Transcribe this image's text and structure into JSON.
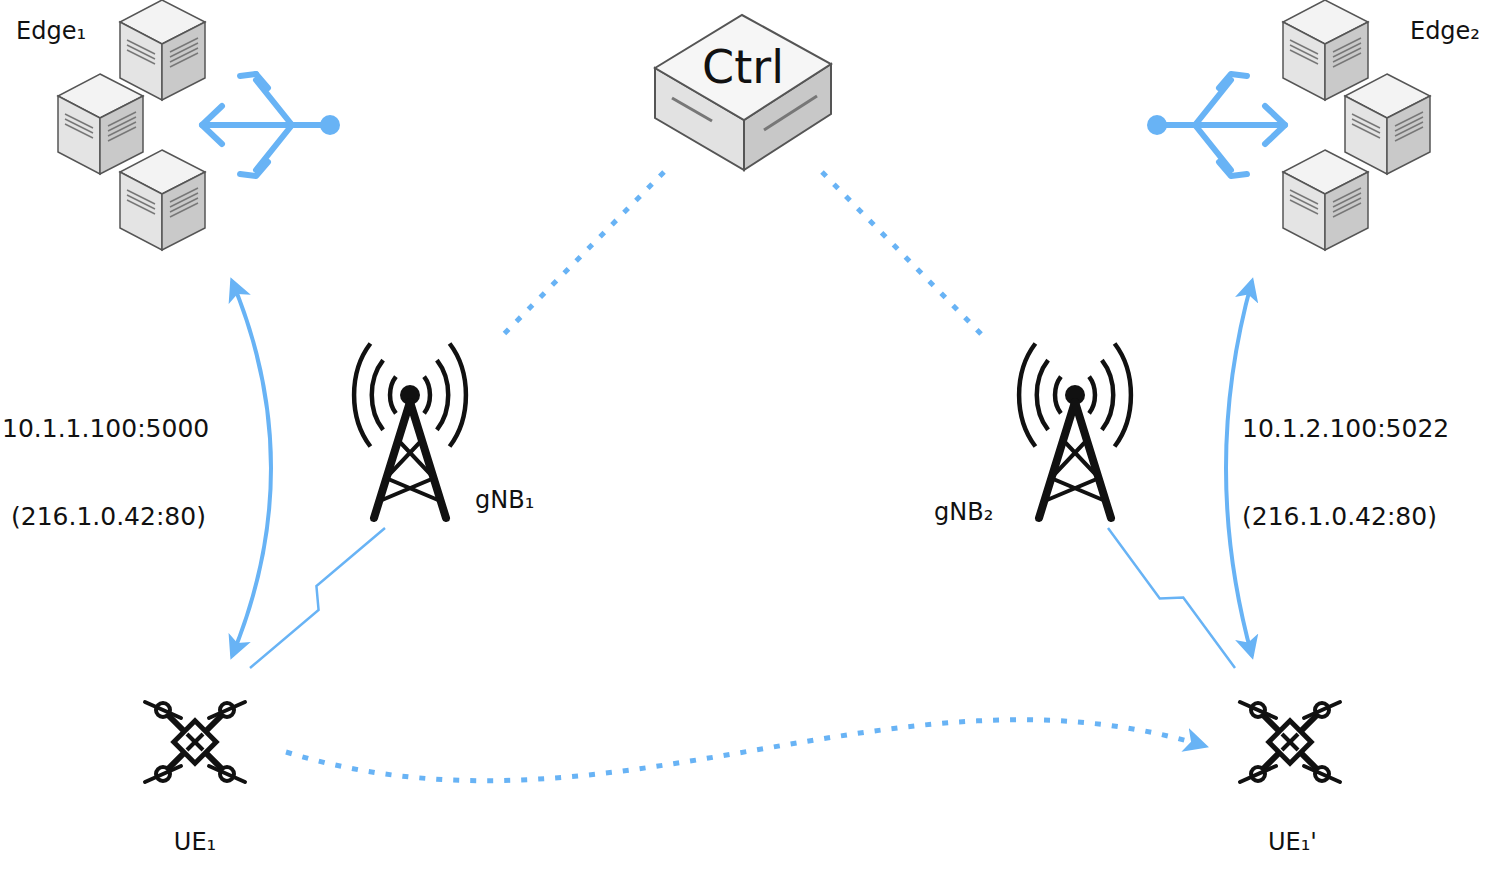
{
  "diagram": {
    "nodes": [
      {
        "text": [
          "Edge₁"
        ]
      },
      {
        "text": [
          "Ctrl"
        ]
      },
      {
        "text": [
          "Edge₂"
        ]
      },
      {
        "text": [
          "gNB₁"
        ]
      },
      {
        "text": [
          "gNB₂"
        ]
      },
      {
        "text": [
          "UE₁"
        ]
      },
      {
        "text": [
          "UE₁'"
        ]
      }
    ],
    "edges": [
      {
        "from": 1,
        "to": 3,
        "arrow": "none"
      },
      {
        "from": 1,
        "to": 4,
        "arrow": "none"
      },
      {
        "from": 0,
        "to": 5,
        "arrow": "both"
      },
      {
        "from": 2,
        "to": 6,
        "arrow": "both"
      },
      {
        "from": 3,
        "to": 5,
        "arrow": "none"
      },
      {
        "from": 4,
        "to": 6,
        "arrow": "none"
      },
      {
        "from": 5,
        "to": 6,
        "arrow": "to"
      }
    ],
    "labels": [
      "10.1.1.100:5000",
      "(216.1.0.42:80)",
      "10.1.2.100:5022",
      "(216.1.0.42:80)"
    ]
  }
}
